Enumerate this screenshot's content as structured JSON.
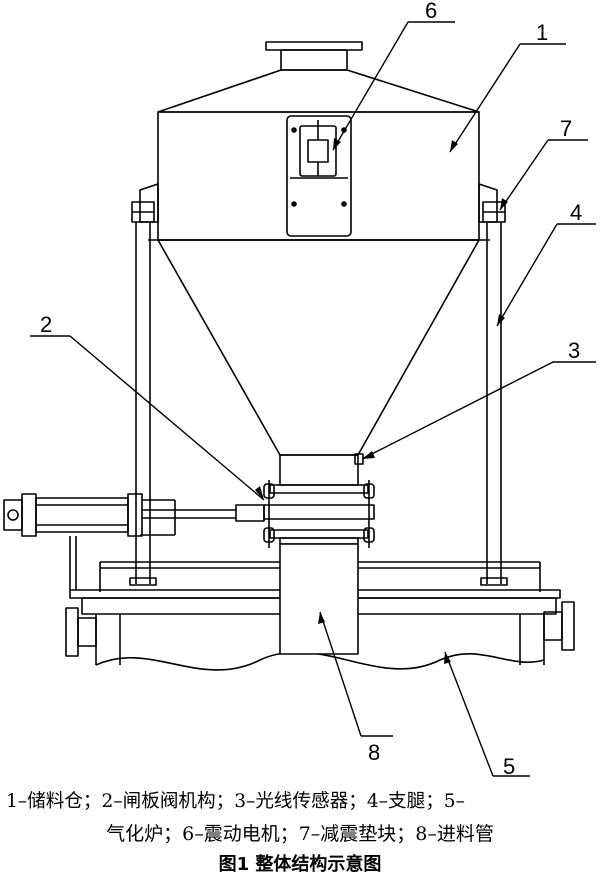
{
  "labels": {
    "n1": "1",
    "n2": "2",
    "n3": "3",
    "n4": "4",
    "n5": "5",
    "n6": "6",
    "n7": "7",
    "n8": "8"
  },
  "caption": {
    "line1": "1–储料仓；2–闸板阀机构；3–光线传感器；4–支腿；5–",
    "line2": "气化炉；6–震动电机；7–减震垫块；8–进料管"
  },
  "figure_title": "图1  整体结构示意图"
}
